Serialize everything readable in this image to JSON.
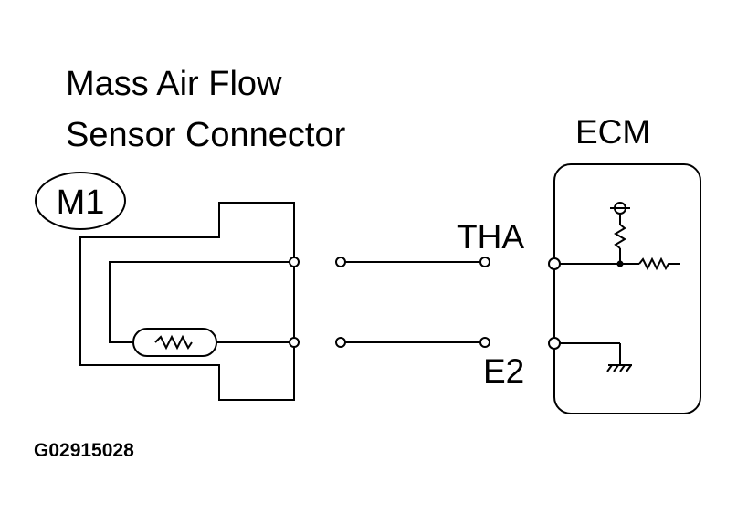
{
  "connector": {
    "title_line1": "Mass Air Flow",
    "title_line2": "Sensor Connector",
    "code": "M1"
  },
  "ecm": {
    "label": "ECM"
  },
  "terminals": {
    "tha": "THA",
    "e2": "E2"
  },
  "figure_id": "G02915028"
}
